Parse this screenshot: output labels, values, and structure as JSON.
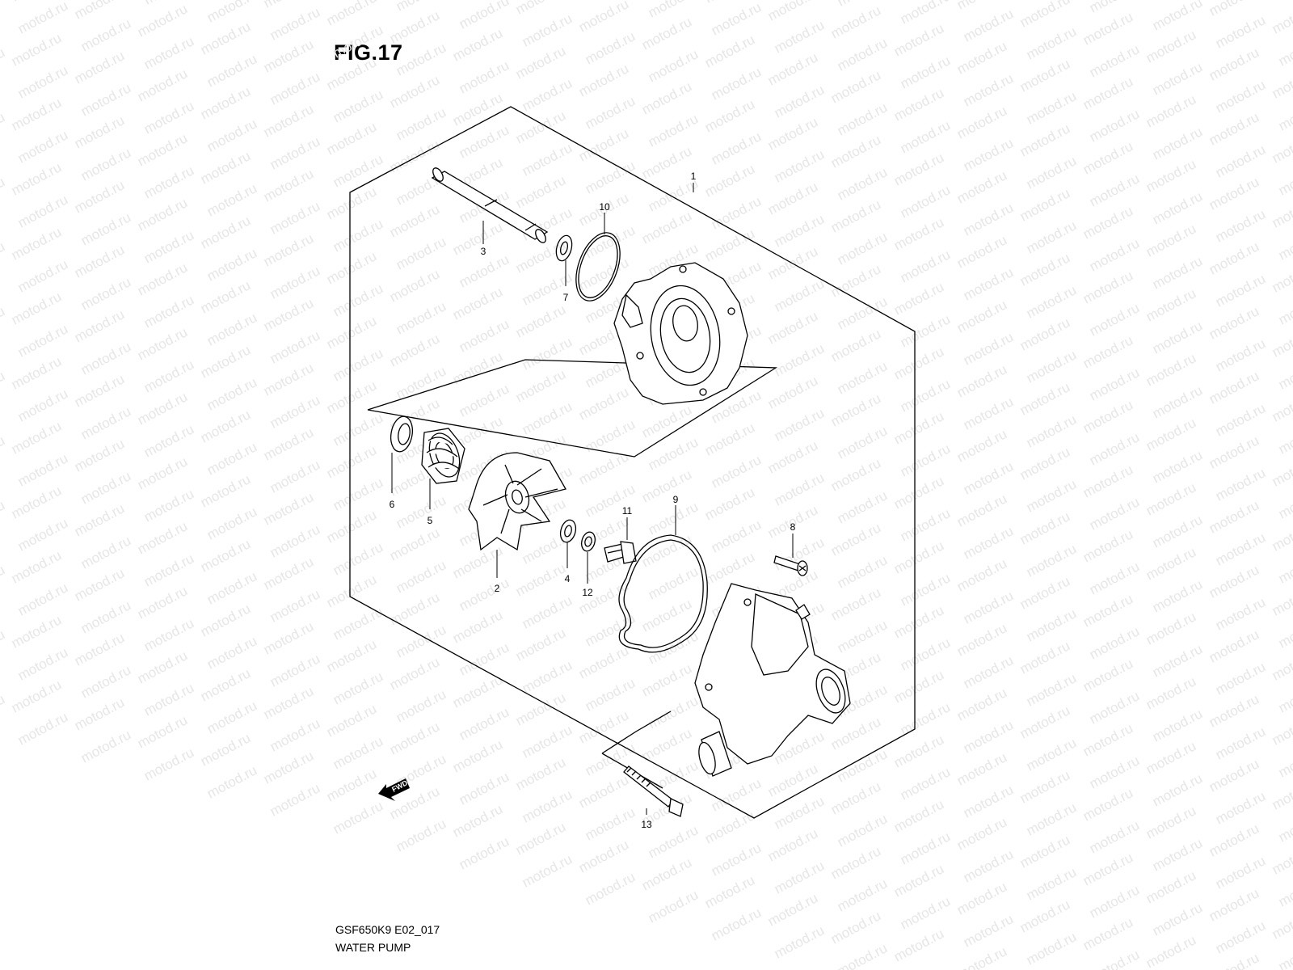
{
  "figure": {
    "title": "FIG.17",
    "drawing_code": "GSF650K9 E02_017",
    "drawing_title": "WATER PUMP"
  },
  "watermark": "motod.ru",
  "direction_marker": "FWD",
  "callouts": [
    {
      "id": "1",
      "text": "1",
      "part": "water-pump-assembly"
    },
    {
      "id": "2",
      "text": "2",
      "part": "impeller"
    },
    {
      "id": "3",
      "text": "3",
      "part": "shaft"
    },
    {
      "id": "4",
      "text": "4",
      "part": "washer"
    },
    {
      "id": "5",
      "text": "5",
      "part": "mechanical-seal"
    },
    {
      "id": "6",
      "text": "6",
      "part": "oil-seal"
    },
    {
      "id": "7",
      "text": "7",
      "part": "washer-small"
    },
    {
      "id": "8",
      "text": "8",
      "part": "screw"
    },
    {
      "id": "9",
      "text": "9",
      "part": "gasket"
    },
    {
      "id": "10",
      "text": "10",
      "part": "o-ring"
    },
    {
      "id": "11",
      "text": "11",
      "part": "impeller-bolt"
    },
    {
      "id": "12",
      "text": "12",
      "part": "lock-washer"
    },
    {
      "id": "13",
      "text": "13",
      "part": "long-bolt"
    }
  ],
  "colors": {
    "line": "#000000",
    "watermark": "#e6e6e6",
    "background": "#ffffff"
  }
}
